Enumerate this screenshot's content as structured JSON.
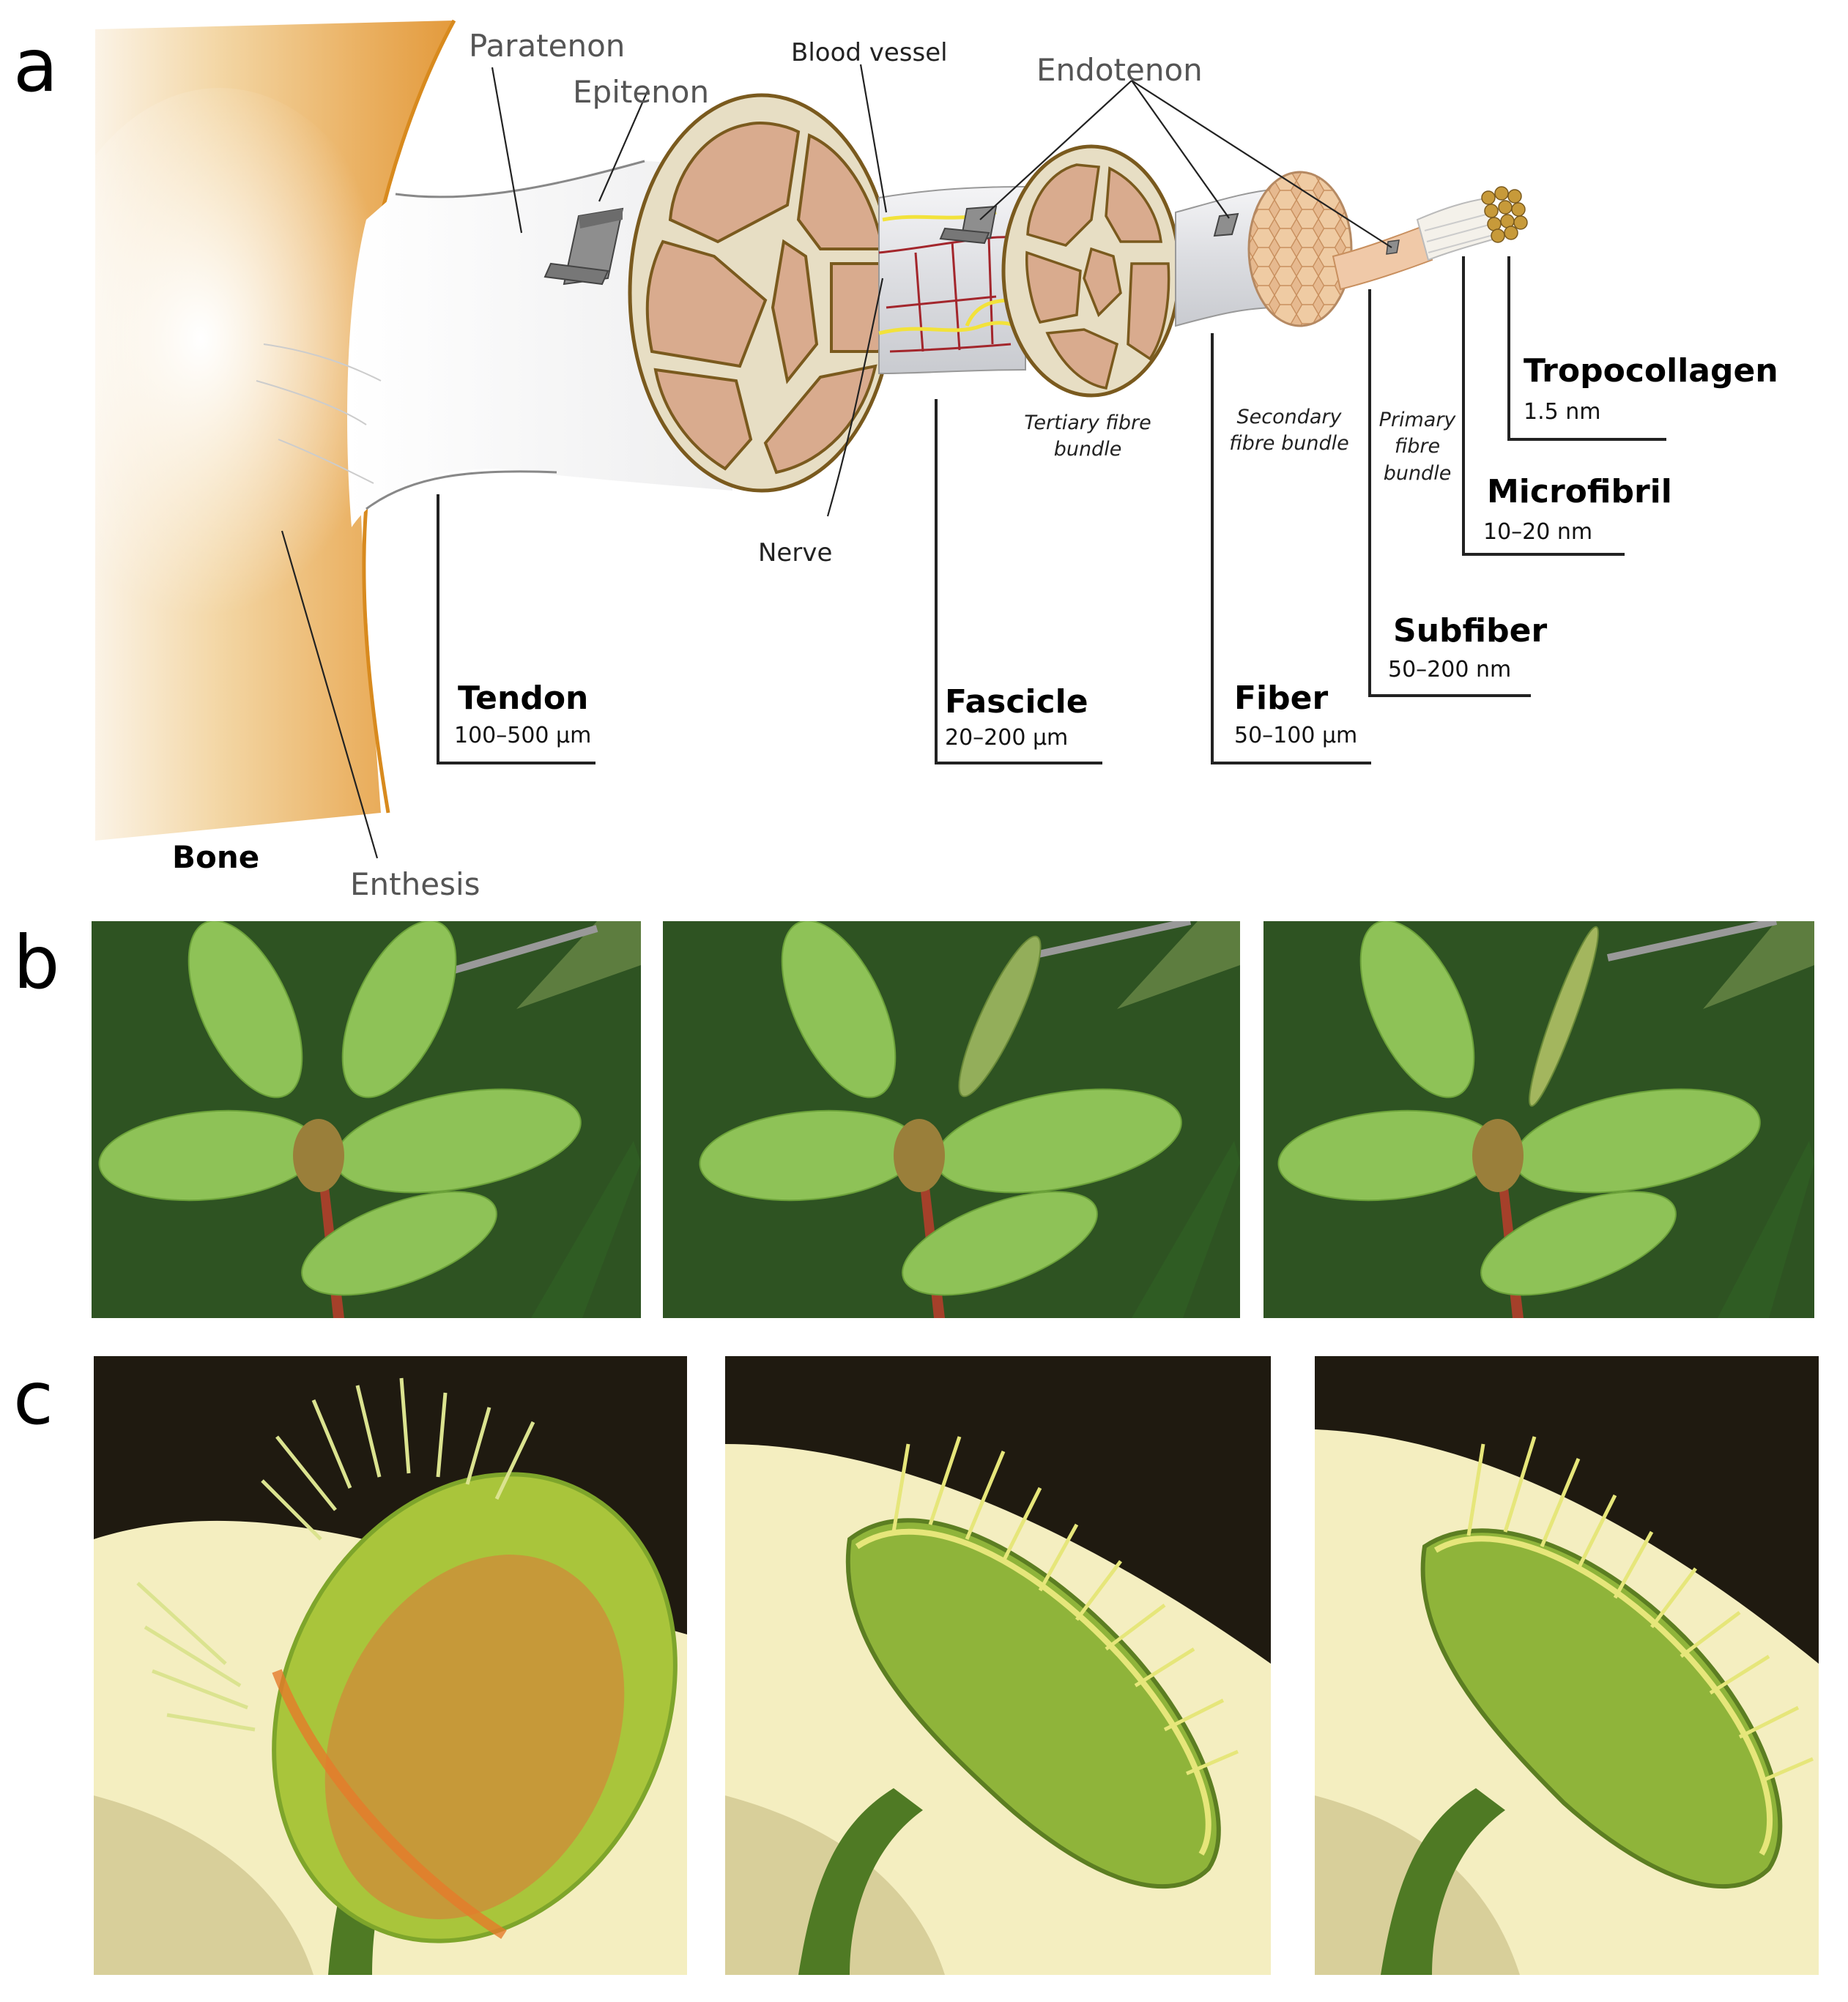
{
  "panels": {
    "a": "a",
    "b": "b",
    "c": "c"
  },
  "diagram": {
    "labels": {
      "paratenon": "Paratenon",
      "epitenon": "Epitenon",
      "blood_vessel": "Blood vessel",
      "endotenon": "Endotenon",
      "nerve": "Nerve",
      "bone": "Bone",
      "enthesis": "Enthesis",
      "tertiary": "Tertiary fibre bundle",
      "secondary": "Secondary fibre bundle",
      "primary": "Primary fibre bundle"
    },
    "scales": [
      {
        "name": "Tendon",
        "range": "100–500 μm"
      },
      {
        "name": "Fascicle",
        "range": "20–200 μm"
      },
      {
        "name": "Fiber",
        "range": "50–100 μm"
      },
      {
        "name": "Subfiber",
        "range": "50–200 nm"
      },
      {
        "name": "Microfibril",
        "range": "10–20 nm"
      },
      {
        "name": "Tropocollagen",
        "range": "1.5 nm"
      }
    ],
    "colors": {
      "bone": "#e8a951",
      "fascicle_fill": "#d9ab8e",
      "sheath": "#e9e0c8",
      "outline": "#7a5a1e",
      "blood_vessel": "#a3262c",
      "nerve": "#f2e23a",
      "tube": "#d6d8dc"
    }
  },
  "photos": {
    "mimosa": [
      "mimosa-leaf-open",
      "mimosa-leaf-folding",
      "mimosa-leaf-folded"
    ],
    "flytrap": [
      "flytrap-open",
      "flytrap-closing",
      "flytrap-closed"
    ]
  }
}
